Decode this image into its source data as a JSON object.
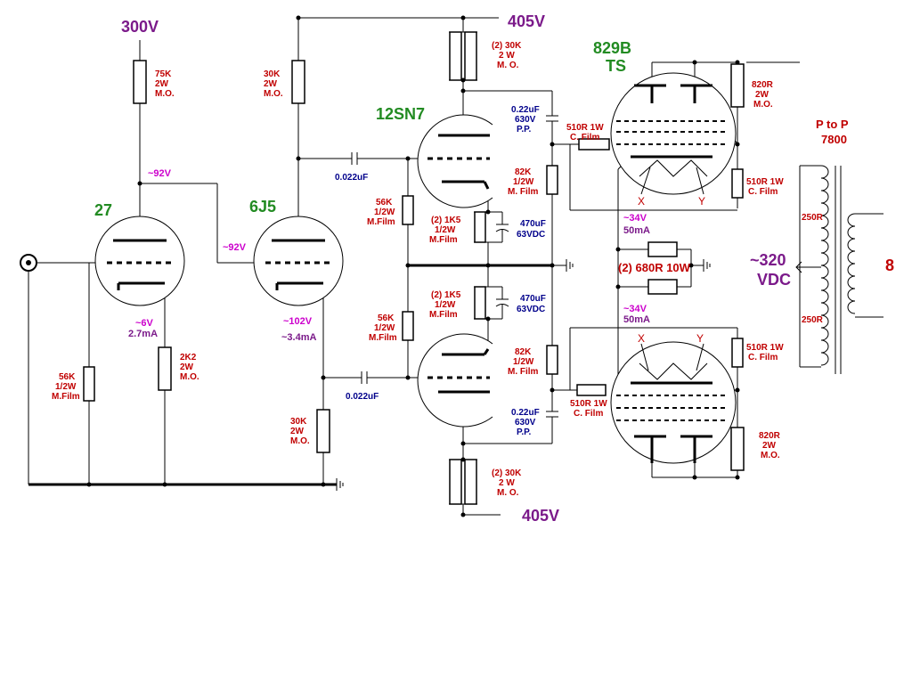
{
  "supplies": {
    "v300": "300V",
    "v405_top": "405V",
    "v405_bottom": "405V",
    "v320": "~320",
    "vdc": "VDC"
  },
  "tubes": {
    "t27": "27",
    "t6j5": "6J5",
    "t12sn7": "12SN7",
    "t829b": "829B",
    "ts": "TS"
  },
  "transformer": {
    "ptop": "P to P",
    "impedance": "7800",
    "tap_top": "250R",
    "tap_bottom": "250R",
    "secondary": "8"
  },
  "voltages": {
    "v92_a": "~92V",
    "v92_b": "~92V",
    "v6": "~6V",
    "i27": "2.7mA",
    "v102": "~102V",
    "i6j5": "~3.4mA",
    "v34_top": "~34V",
    "i50_top": "50mA",
    "v34_bot": "~34V",
    "i50_bot": "50mA"
  },
  "components": {
    "r75k": [
      "75K",
      "2W",
      "M.O."
    ],
    "r30k_6j5": [
      "30K",
      "2W",
      "M.O."
    ],
    "r30k_top": [
      "(2) 30K",
      "2 W",
      "M. O."
    ],
    "r56k_in": [
      "56K",
      "1/2W",
      "M.Film"
    ],
    "r2k2": [
      "2K2",
      "2W",
      "M.O."
    ],
    "r30k_cath": [
      "30K",
      "2W",
      "M.O."
    ],
    "r56k_g1": [
      "56K",
      "1/2W",
      "M.Film"
    ],
    "r56k_g2": [
      "56K",
      "1/2W",
      "M.Film"
    ],
    "r1k5_top": [
      "(2) 1K5",
      "1/2W",
      "M.Film"
    ],
    "r1k5_bot": [
      "(2) 1K5",
      "1/2W",
      "M.Film"
    ],
    "c470_top": [
      "470uF",
      "63VDC"
    ],
    "c470_bot": [
      "470uF",
      "63VDC"
    ],
    "r82k_top": [
      "82K",
      "1/2W",
      "M. Film"
    ],
    "r82k_bot": [
      "82K",
      "1/2W",
      "M. Film"
    ],
    "c022_top": [
      "0.22uF",
      "630V",
      "P.P."
    ],
    "c022_bot": [
      "0.22uF",
      "630V",
      "P.P."
    ],
    "r30k_bot": [
      "(2) 30K",
      "2 W",
      "M. O."
    ],
    "c0022_a": "0.022uF",
    "c0022_b": "0.022uF",
    "r510_g_top": [
      "510R 1W",
      "C. Film"
    ],
    "r510_g_bot": [
      "510R 1W",
      "C. Film"
    ],
    "r510_sc_top": [
      "510R 1W",
      "C. Film"
    ],
    "r510_sc_bot": [
      "510R 1W",
      "C. Film"
    ],
    "r820_top": [
      "820R",
      "2W",
      "M.O."
    ],
    "r820_bot": [
      "820R",
      "2W",
      "M.O."
    ],
    "r680": "(2) 680R 10W",
    "x_top": "X",
    "y_top": "Y",
    "x_bot": "X",
    "y_bot": "Y"
  }
}
